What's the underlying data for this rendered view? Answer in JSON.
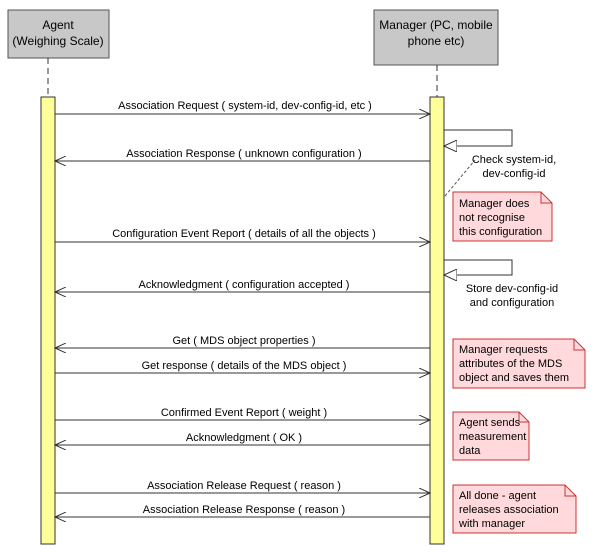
{
  "participants": {
    "agent": {
      "line1": "Agent",
      "line2": "(Weighing Scale)"
    },
    "manager": {
      "line1": "Manager (PC, mobile",
      "line2": "phone etc)"
    }
  },
  "messages": [
    {
      "label": "Association Request ( system-id, dev-config-id, etc )",
      "direction": "agent-to-manager"
    },
    {
      "label": "Association Response ( unknown configuration )",
      "direction": "manager-to-agent"
    },
    {
      "label": "Configuration Event Report ( details of all the objects )",
      "direction": "agent-to-manager"
    },
    {
      "label": "Acknowledgment ( configuration accepted )",
      "direction": "manager-to-agent"
    },
    {
      "label": "Get ( MDS object properties )",
      "direction": "manager-to-agent"
    },
    {
      "label": "Get response ( details of the MDS object )",
      "direction": "agent-to-manager"
    },
    {
      "label": "Confirmed Event Report ( weight )",
      "direction": "agent-to-manager"
    },
    {
      "label": "Acknowledgment ( OK )",
      "direction": "manager-to-agent"
    },
    {
      "label": "Association Release Request ( reason )",
      "direction": "agent-to-manager"
    },
    {
      "label": "Association Release Response ( reason )",
      "direction": "manager-to-agent"
    }
  ],
  "self_messages": [
    {
      "line1": "Check system-id,",
      "line2": "dev-config-id"
    },
    {
      "line1": "Store dev-config-id",
      "line2": "and configuration"
    }
  ],
  "notes": [
    {
      "lines": [
        "Manager does",
        "not recognise",
        "this configuration"
      ]
    },
    {
      "lines": [
        "Manager requests",
        "attributes of the MDS",
        "object and saves them"
      ]
    },
    {
      "lines": [
        "Agent sends",
        "measurement",
        "data"
      ]
    },
    {
      "lines": [
        "All done - agent",
        "releases association",
        "with manager"
      ]
    }
  ],
  "colors": {
    "participant_fill": "#c8c8c8",
    "activation_fill": "#ffff99",
    "note_fill": "#ffd9dc",
    "note_border": "#cc3333",
    "line": "#333333"
  }
}
